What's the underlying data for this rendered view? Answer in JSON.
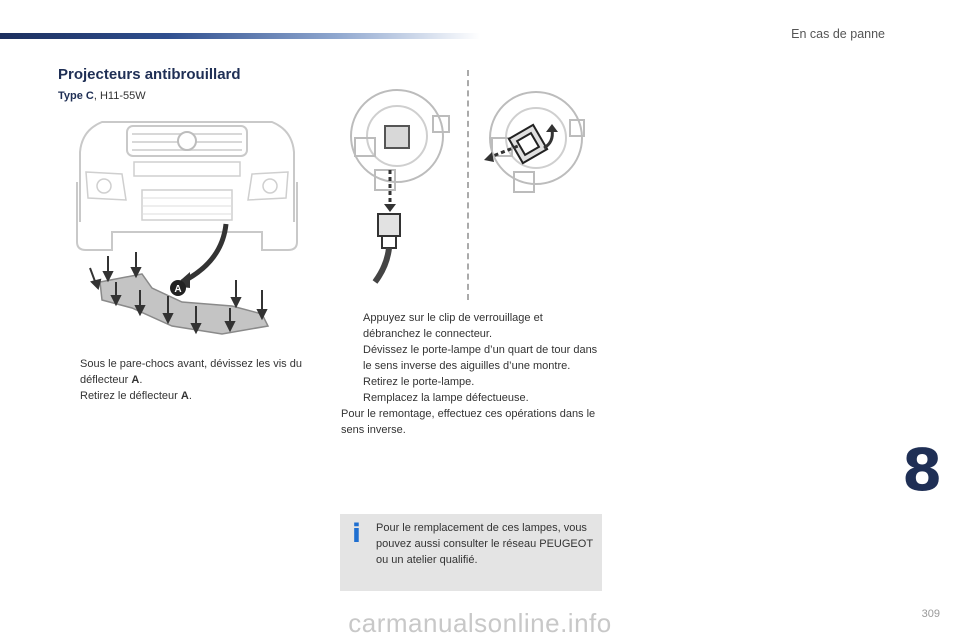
{
  "header": {
    "chapter_title": "En cas de panne"
  },
  "section": {
    "title": "Projecteurs antibrouillard",
    "bulb_type_label": "Type C",
    "bulb_type_value": ", H11-55W"
  },
  "figure_front": {
    "label_a": "A"
  },
  "steps_left": [
    {
      "text": "Sous le pare-chocs avant, dévissez les vis du déflecteur ",
      "bold": "A",
      "end": "."
    },
    {
      "text": "Retirez le déflecteur ",
      "bold": "A",
      "end": "."
    }
  ],
  "steps_right": [
    "Appuyez sur le clip de verrouillage et débranchez le connecteur.",
    "Dévissez le porte-lampe d’un quart de tour dans le sens inverse des aiguilles d’une montre.",
    "Retirez le porte-lampe.",
    "Remplacez la lampe défectueuse."
  ],
  "steps_right_note": "Pour le remontage, effectuez ces opérations dans le sens inverse.",
  "bullet_glyph": "",
  "info_box": {
    "icon": "i",
    "text": "Pour le remplacement de ces lampes, vous pouvez aussi consulter le réseau PEUGEOT ou un atelier qualifié."
  },
  "chapter_number": "8",
  "page_number": "309",
  "watermark": "carmanualsonline.info"
}
